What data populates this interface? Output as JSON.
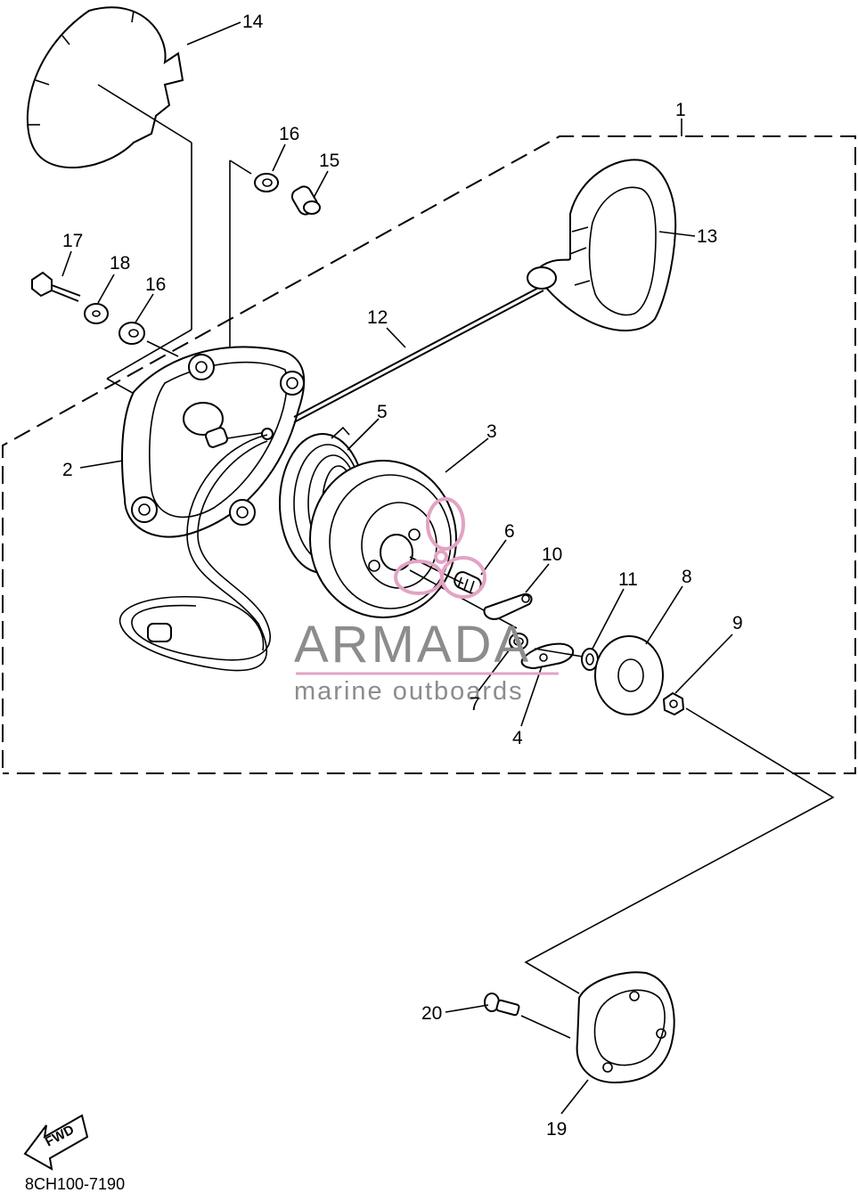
{
  "diagram": {
    "callouts": {
      "c1": "1",
      "c2": "2",
      "c3": "3",
      "c4": "4",
      "c5": "5",
      "c6": "6",
      "c7": "7",
      "c8": "8",
      "c9": "9",
      "c10": "10",
      "c11": "11",
      "c12": "12",
      "c13": "13",
      "c14": "14",
      "c15": "15",
      "c16a": "16",
      "c16b": "16",
      "c17": "17",
      "c18": "18",
      "c19": "19",
      "c20": "20"
    },
    "fwd_label": "FWD",
    "drawing_code": "8CH100-7190"
  },
  "watermark": {
    "title": "ARMADA",
    "subtitle": "marine outboards",
    "color": "#8c8c8c",
    "logo_color": "#e3a3c4"
  }
}
